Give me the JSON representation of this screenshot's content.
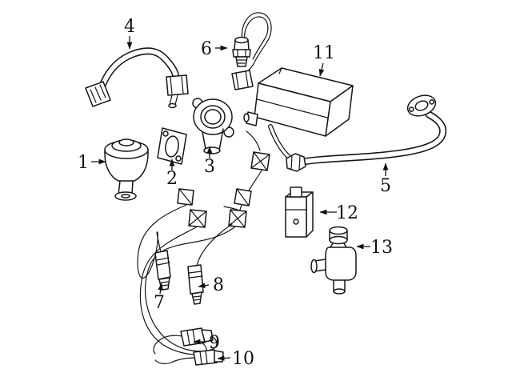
{
  "diagram": {
    "kind": "exploded-parts-diagram",
    "subject": "emission-system-components",
    "background_color": "#ffffff",
    "line_color": "#171717",
    "callouts": [
      {
        "label": "1",
        "points_to": "egr-valve"
      },
      {
        "label": "2",
        "points_to": "gasket"
      },
      {
        "label": "3",
        "points_to": "flange-adapter"
      },
      {
        "label": "4",
        "points_to": "upper-tube"
      },
      {
        "label": "5",
        "points_to": "long-tube"
      },
      {
        "label": "6",
        "points_to": "oxygen-sensor-top"
      },
      {
        "label": "7",
        "points_to": "oxygen-sensor-a"
      },
      {
        "label": "8",
        "points_to": "oxygen-sensor-b"
      },
      {
        "label": "9",
        "points_to": "oxygen-sensor-c"
      },
      {
        "label": "10",
        "points_to": "oxygen-sensor-d"
      },
      {
        "label": "11",
        "points_to": "vapor-canister"
      },
      {
        "label": "12",
        "points_to": "bracket-module"
      },
      {
        "label": "13",
        "points_to": "check-valve"
      }
    ]
  }
}
